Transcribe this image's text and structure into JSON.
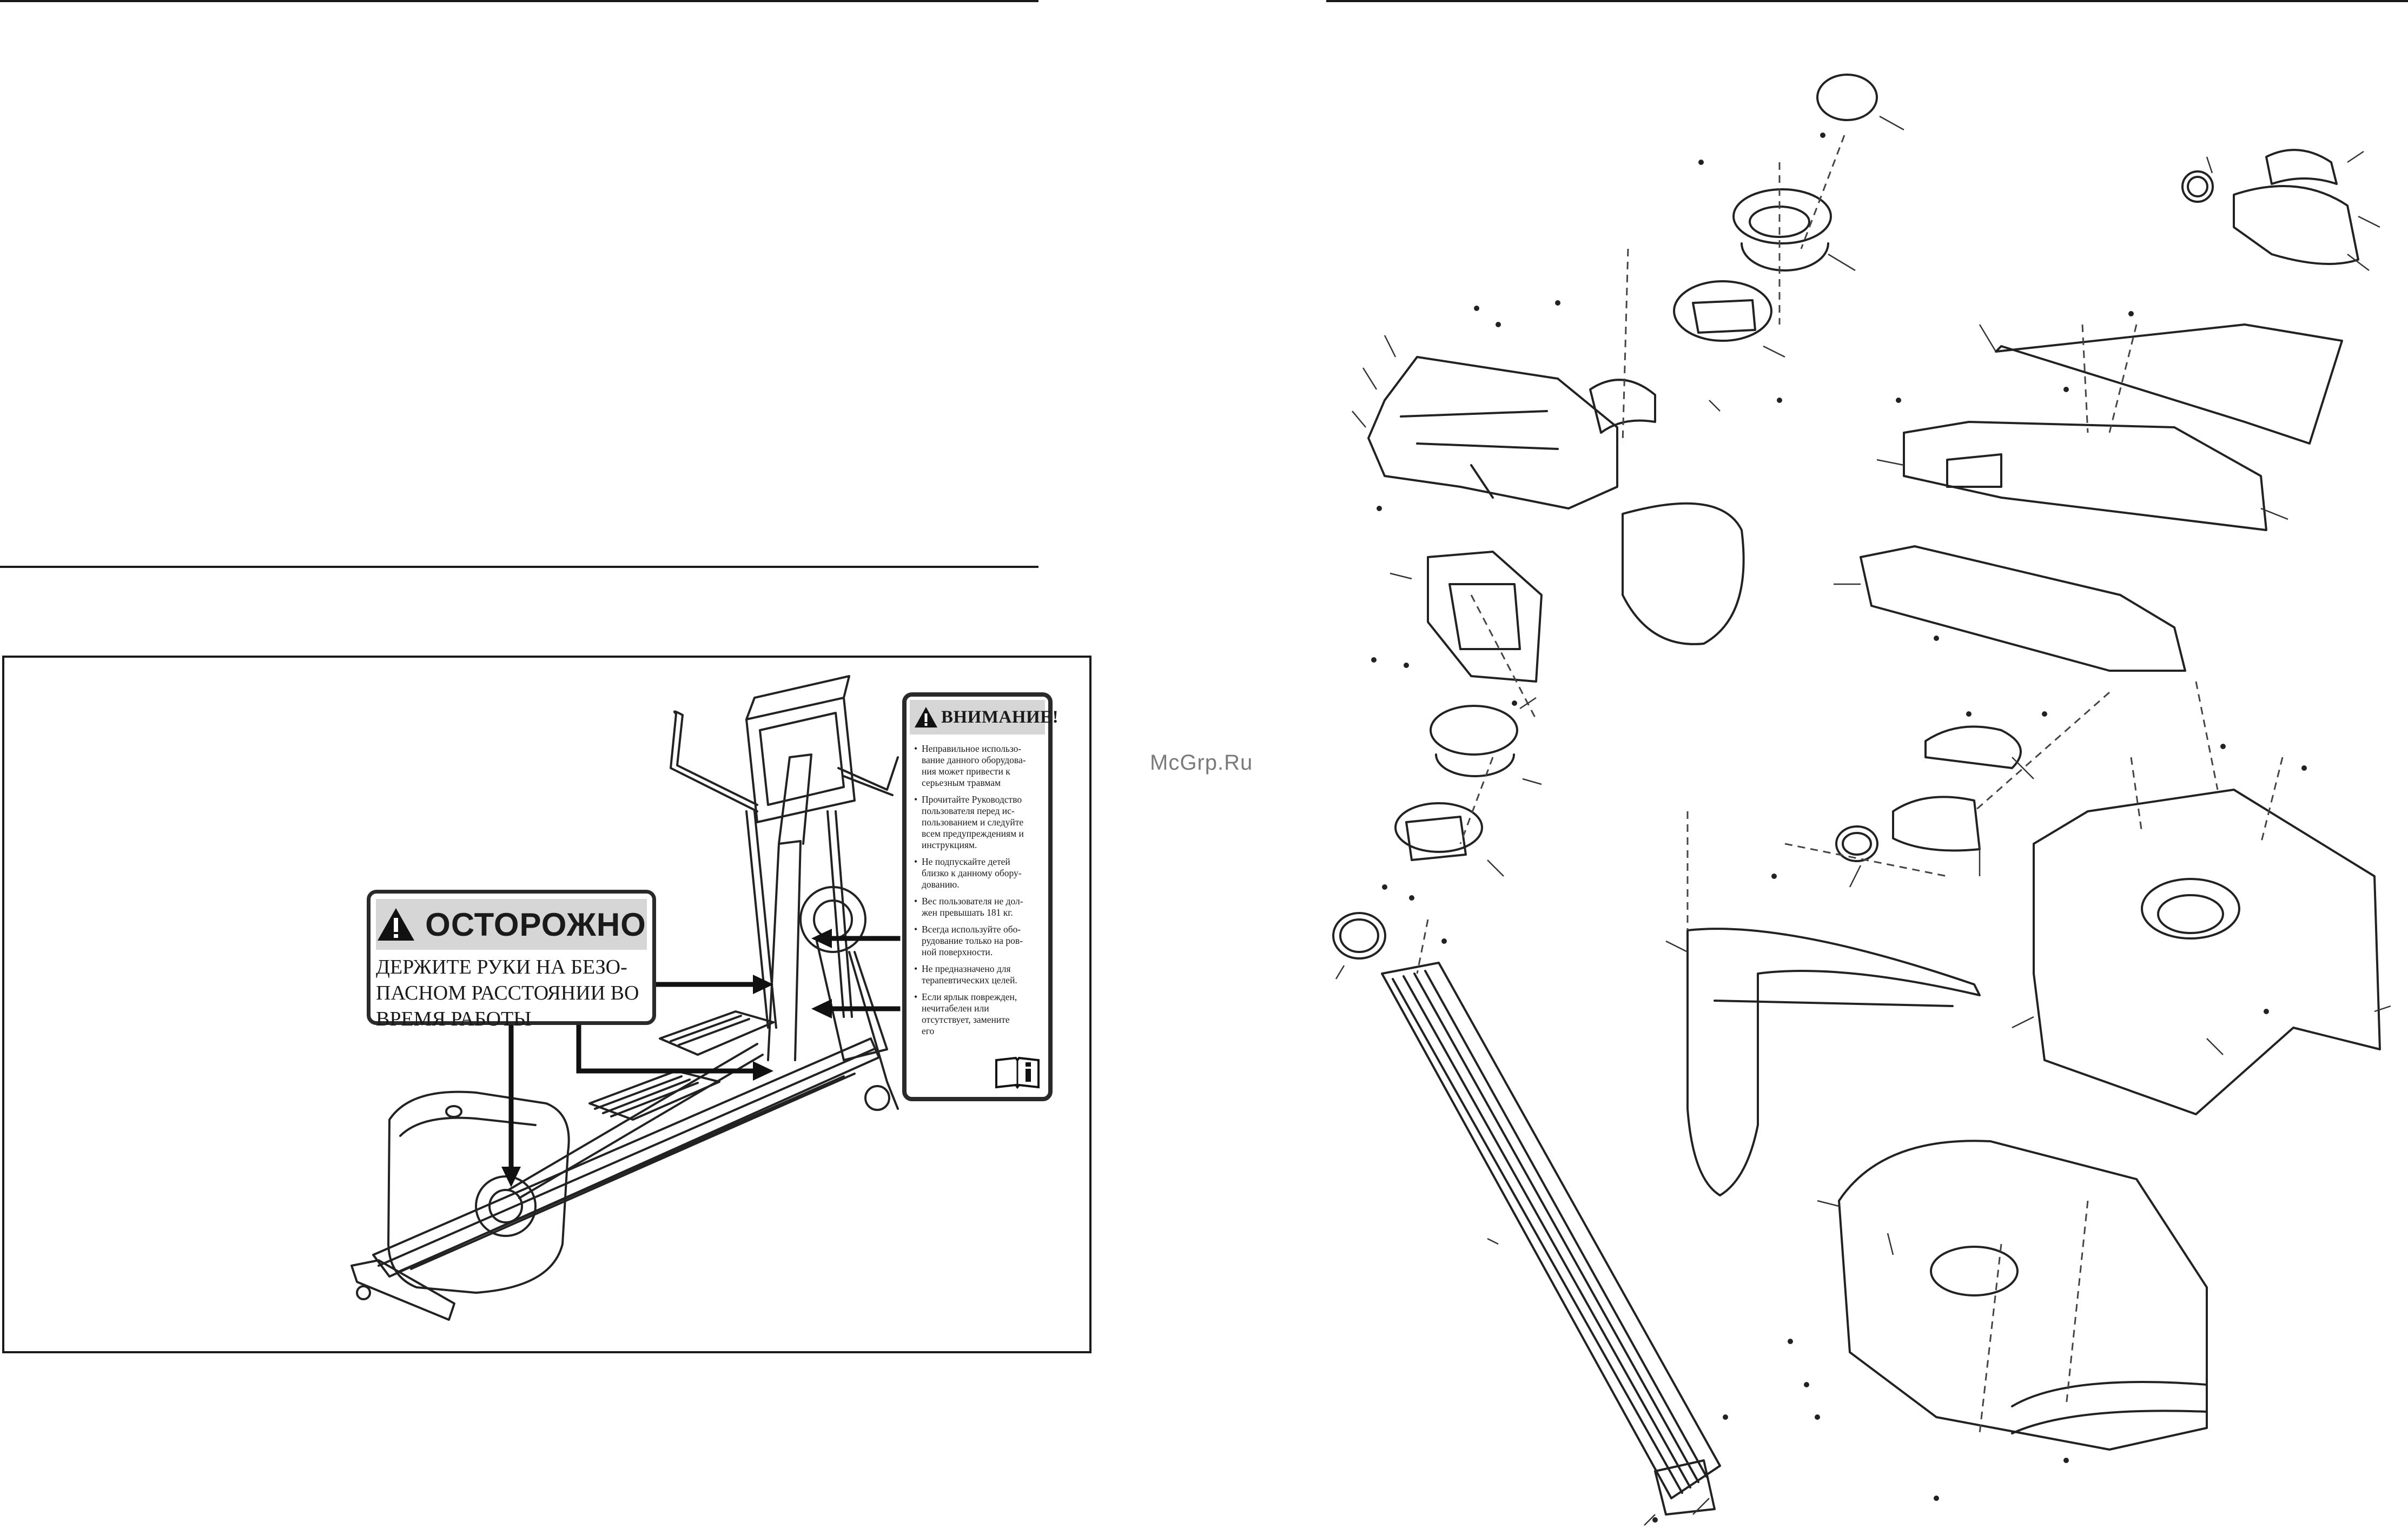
{
  "warning_label": {
    "title": "ОСТОРОЖНО",
    "lines": [
      "ДЕРЖИТЕ РУКИ НА БЕЗО-",
      "ПАСНОМ РАССТОЯНИИ ВО",
      "ВРЕМЯ РАБОТЫ"
    ]
  },
  "caution_label": {
    "title": "ВНИМАНИЕ!",
    "items": [
      {
        "bullet": "•",
        "lines": [
          "Неправильное использо-",
          "вание данного оборудова-",
          "ния может привести к",
          "серьезным травмам"
        ]
      },
      {
        "bullet": "•",
        "lines": [
          "Прочитайте Руководство",
          "пользователя перед ис-",
          "пользованием и следуйте",
          "всем предупреждениям и",
          "инструкциям."
        ]
      },
      {
        "bullet": "•",
        "lines": [
          "Не подпускайте детей",
          "близко к данному обору-",
          "дованию."
        ]
      },
      {
        "bullet": "•",
        "lines": [
          "Вес пользователя не дол-",
          "жен превышать 181 кг."
        ]
      },
      {
        "bullet": "•",
        "lines": [
          "Всегда используйте обо-",
          "рудование только на ров-",
          "ной поверхности."
        ]
      },
      {
        "bullet": "•",
        "lines": [
          "Не предназначено для",
          "терапевтических целей."
        ]
      },
      {
        "bullet": "•",
        "lines": [
          "Если ярлык поврежден,",
          "нечитабелен или",
          "отсутствует, замените",
          "его"
        ]
      }
    ]
  },
  "watermark": "McGrp.Ru"
}
